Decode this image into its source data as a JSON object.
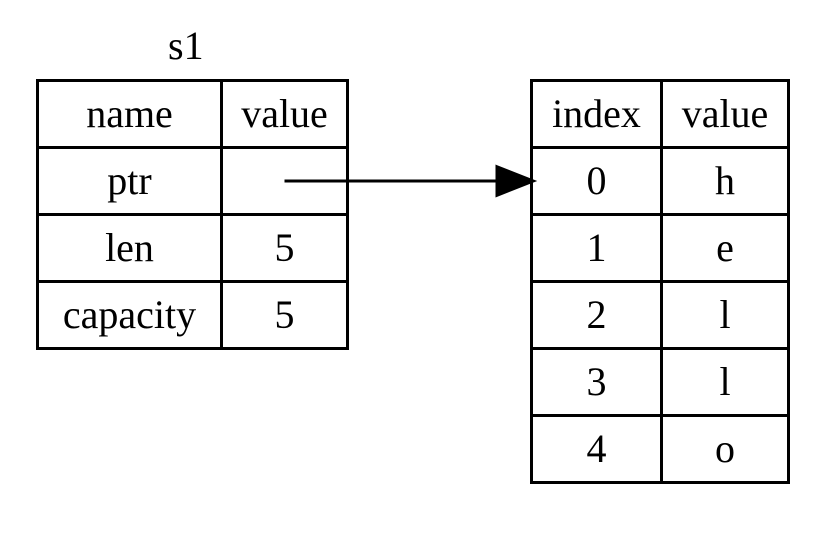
{
  "stack": {
    "title": "s1",
    "header": {
      "name": "name",
      "value": "value"
    },
    "rows": [
      {
        "name": "ptr",
        "value": ""
      },
      {
        "name": "len",
        "value": "5"
      },
      {
        "name": "capacity",
        "value": "5"
      }
    ]
  },
  "heap": {
    "header": {
      "index": "index",
      "value": "value"
    },
    "rows": [
      {
        "index": "0",
        "value": "h"
      },
      {
        "index": "1",
        "value": "e"
      },
      {
        "index": "2",
        "value": "l"
      },
      {
        "index": "3",
        "value": "l"
      },
      {
        "index": "4",
        "value": "o"
      }
    ]
  },
  "arrow": {
    "from": "stack.ptr",
    "to": "heap.0"
  }
}
